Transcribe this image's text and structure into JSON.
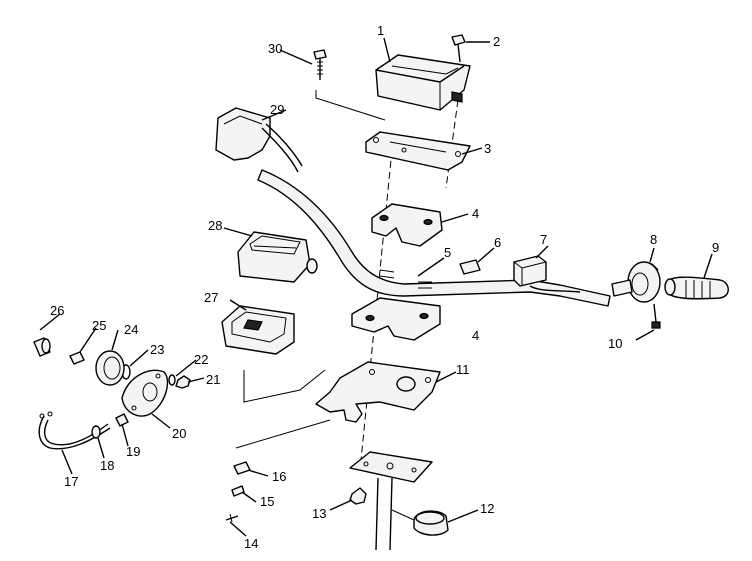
{
  "diagram": {
    "callouts": [
      {
        "id": "c1",
        "label": "1"
      },
      {
        "id": "c2",
        "label": "2"
      },
      {
        "id": "c3",
        "label": "3"
      },
      {
        "id": "c4a",
        "label": "4"
      },
      {
        "id": "c4b",
        "label": "4"
      },
      {
        "id": "c5",
        "label": "5"
      },
      {
        "id": "c6",
        "label": "6"
      },
      {
        "id": "c7",
        "label": "7"
      },
      {
        "id": "c8",
        "label": "8"
      },
      {
        "id": "c9",
        "label": "9"
      },
      {
        "id": "c10",
        "label": "10"
      },
      {
        "id": "c11",
        "label": "11"
      },
      {
        "id": "c12",
        "label": "12"
      },
      {
        "id": "c13",
        "label": "13"
      },
      {
        "id": "c14",
        "label": "14"
      },
      {
        "id": "c15",
        "label": "15"
      },
      {
        "id": "c16",
        "label": "16"
      },
      {
        "id": "c17",
        "label": "17"
      },
      {
        "id": "c18",
        "label": "18"
      },
      {
        "id": "c19",
        "label": "19"
      },
      {
        "id": "c20",
        "label": "20"
      },
      {
        "id": "c21",
        "label": "21"
      },
      {
        "id": "c22",
        "label": "22"
      },
      {
        "id": "c23",
        "label": "23"
      },
      {
        "id": "c24",
        "label": "24"
      },
      {
        "id": "c25",
        "label": "25"
      },
      {
        "id": "c26",
        "label": "26"
      },
      {
        "id": "c27",
        "label": "27"
      },
      {
        "id": "c28",
        "label": "28"
      },
      {
        "id": "c29",
        "label": "29"
      },
      {
        "id": "c30",
        "label": "30"
      }
    ]
  }
}
